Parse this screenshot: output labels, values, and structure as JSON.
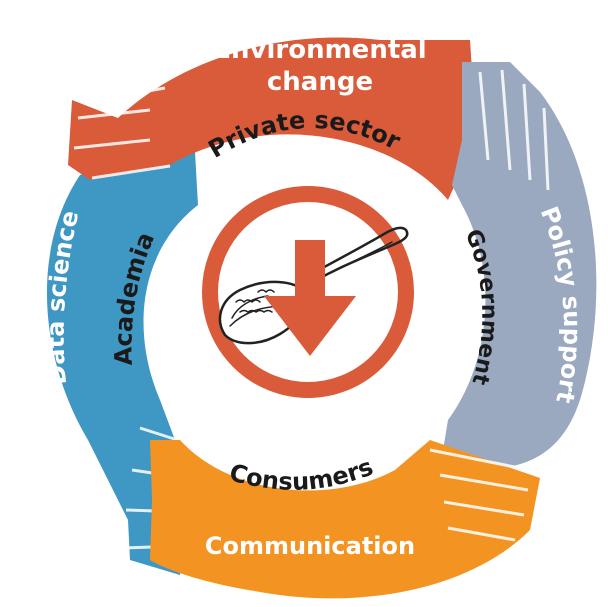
{
  "outer_ring": {
    "top": {
      "line1": "Environmental",
      "line2": "change",
      "color": "#d95b3a"
    },
    "right": {
      "label": "Policy support",
      "color": "#9aa9c0"
    },
    "bottom": {
      "label": "Communication",
      "color": "#f39321"
    },
    "left": {
      "label": "Data science",
      "color": "#3f97c4"
    }
  },
  "inner_ring": {
    "top": "Private sector",
    "right": "Government",
    "bottom": "Consumers",
    "left": "Academia"
  },
  "center": {
    "icons": [
      "spoon-icon",
      "down-arrow-icon"
    ],
    "accent_color": "#d95b3a"
  }
}
